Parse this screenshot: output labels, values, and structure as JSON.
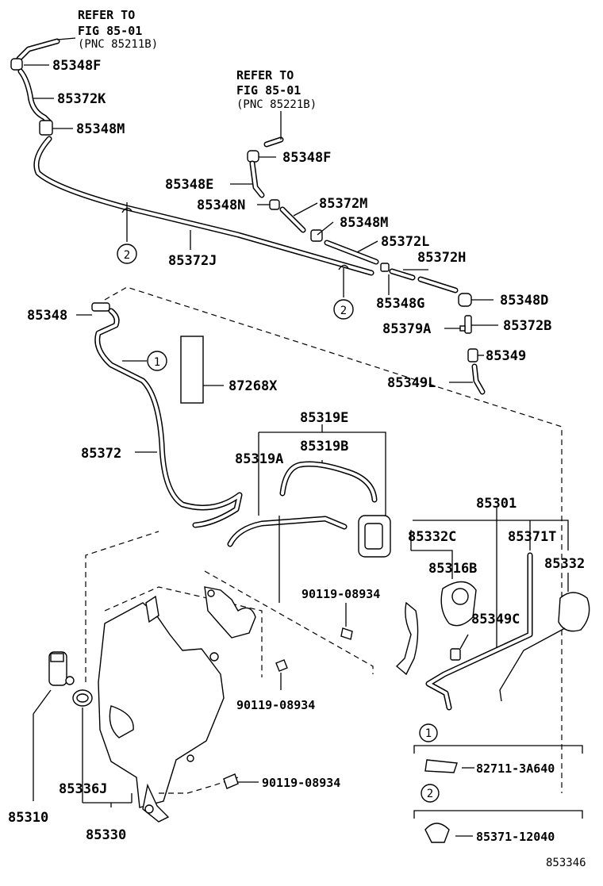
{
  "references": {
    "ref1": {
      "line1": "REFER TO",
      "line2": "FIG 85-01",
      "line3": "(PNC 85211B)"
    },
    "ref2": {
      "line1": "REFER TO",
      "line2": "FIG 85-01",
      "line3": "(PNC 85221B)"
    }
  },
  "labels": {
    "p85348F_a": "85348F",
    "p85372K": "85372K",
    "p85348M_a": "85348M",
    "p85348F_b": "85348F",
    "p85348E": "85348E",
    "p85372M": "85372M",
    "p85348N": "85348N",
    "p85348M_b": "85348M",
    "p85372L": "85372L",
    "p85372J": "85372J",
    "p85372H": "85372H",
    "p85348G": "85348G",
    "p85348D": "85348D",
    "p85348": "85348",
    "p85379A": "85379A",
    "p85372B": "85372B",
    "p85349": "85349",
    "p87268X": "87268X",
    "p85349L": "85349L",
    "p85319E": "85319E",
    "p85319B": "85319B",
    "p85319A": "85319A",
    "p85372": "85372",
    "p85301": "85301",
    "p85332C": "85332C",
    "p85371T": "85371T",
    "p85316B": "85316B",
    "p85332": "85332",
    "p90119_a": "90119-08934",
    "p85349C": "85349C",
    "p90119_b": "90119-08934",
    "p90119_c": "90119-08934",
    "p85336J": "85336J",
    "p85310": "85310",
    "p85330": "85330"
  },
  "callouts": {
    "c1_num": "1",
    "c1_part": "82711-3A640",
    "c2_num": "2",
    "c2_part": "85371-12040",
    "markers": [
      "2",
      "2",
      "1"
    ]
  },
  "figure_id": "853346"
}
